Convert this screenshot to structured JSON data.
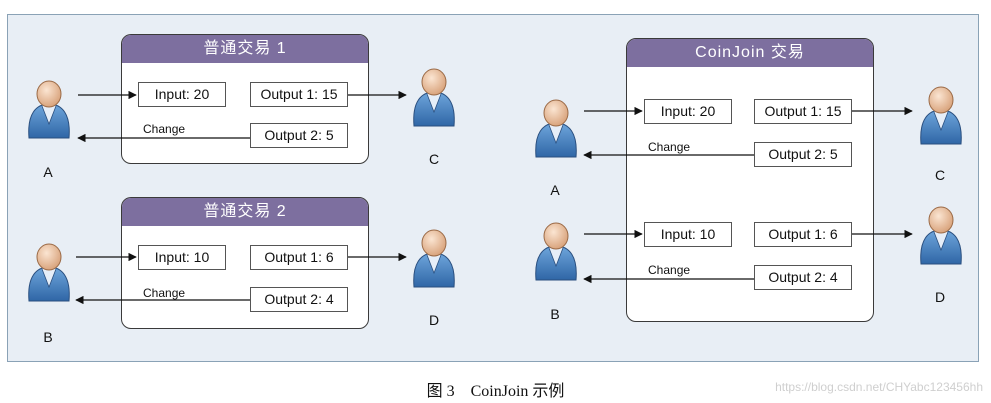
{
  "tx1": {
    "title": "普通交易 1",
    "input": "Input: 20",
    "output1": "Output 1: 15",
    "output2": "Output 2: 5",
    "change": "Change",
    "from": "A",
    "to": "C"
  },
  "tx2": {
    "title": "普通交易 2",
    "input": "Input: 10",
    "output1": "Output 1: 6",
    "output2": "Output 2: 4",
    "change": "Change",
    "from": "B",
    "to": "D"
  },
  "coinjoin": {
    "title": "CoinJoin 交易",
    "a": {
      "input": "Input: 20",
      "output1": "Output 1: 15",
      "output2": "Output 2: 5",
      "change": "Change",
      "from": "A",
      "to": "C"
    },
    "b": {
      "input": "Input: 10",
      "output1": "Output 1: 6",
      "output2": "Output 2: 4",
      "change": "Change",
      "from": "B",
      "to": "D"
    }
  },
  "caption": "图 3　CoinJoin 示例",
  "watermark": "https://blog.csdn.net/CHYabc123456hh",
  "colors": {
    "header": "#7d6f9f",
    "panel": "#e8eef5",
    "person_body": "#4f86c6",
    "person_head": "#f1c9a5"
  }
}
